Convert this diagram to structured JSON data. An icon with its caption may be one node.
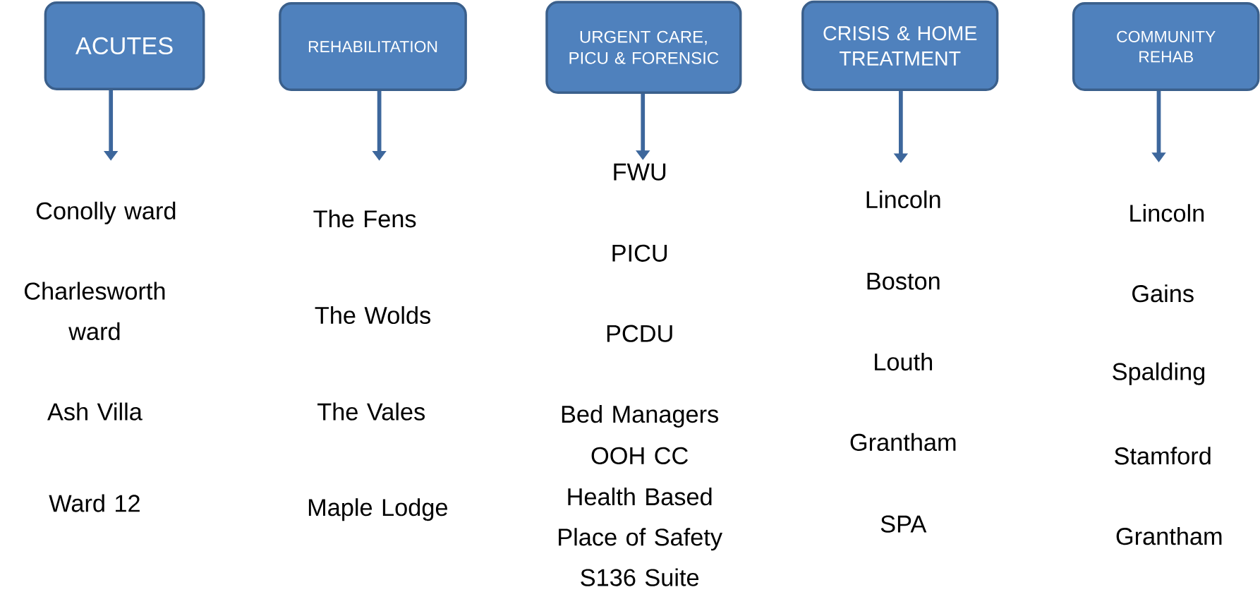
{
  "diagram": {
    "nodes": [
      {
        "text": [
          "ACUTES"
        ]
      },
      {
        "text": [
          "REHABILITATION"
        ]
      },
      {
        "text": [
          "URGENT CARE, PICU & FORENSIC"
        ]
      },
      {
        "text": [
          "CRISIS & HOME TREATMENT"
        ]
      },
      {
        "text": [
          "COMMUNITY REHAB"
        ]
      },
      {
        "text": [
          "FWU"
        ]
      }
    ],
    "edges": [
      {
        "from": 0,
        "to": null,
        "arrow": "to"
      },
      {
        "from": 1,
        "to": null,
        "arrow": "to"
      },
      {
        "from": 2,
        "to": 5,
        "arrow": "to"
      },
      {
        "from": 3,
        "to": null,
        "arrow": "to"
      },
      {
        "from": 4,
        "to": null,
        "arrow": "to"
      }
    ],
    "labels": [
      "Conolly ward",
      "Charlesworth ward",
      "Ash Villa",
      "Ward 12",
      "The Fens",
      "The Wolds",
      "The Vales",
      "Maple Lodge",
      "PICU",
      "PCDU",
      "Bed Managers",
      "OOH CC",
      "Health Based Place of Safety S136 Suite",
      "Lincoln",
      "Boston",
      "Louth",
      "Grantham",
      "SPA",
      "Lincoln",
      "Gains",
      "Spalding",
      "Stamford",
      "Grantham"
    ]
  }
}
